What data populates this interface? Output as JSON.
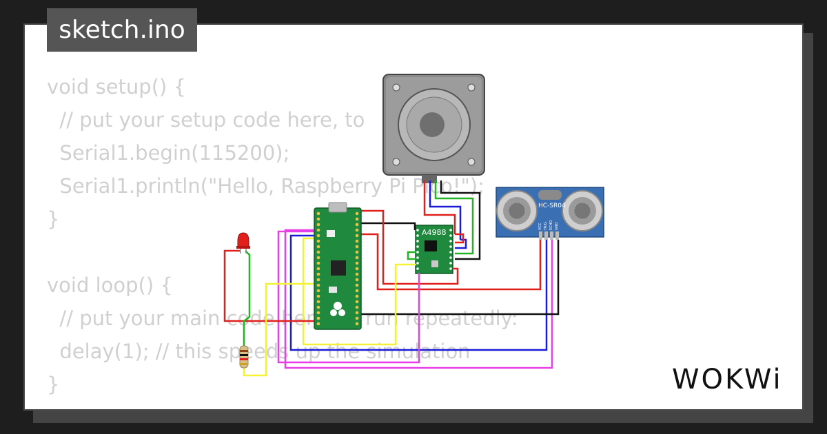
{
  "file": {
    "name": "sketch.ino"
  },
  "code": {
    "lines": [
      "void setup() {",
      "  // put your setup code here, to",
      "  Serial1.begin(115200);",
      "  Serial1.println(\"Hello, Raspberry Pi Pico!\");",
      "}",
      "",
      "void loop() {",
      "  // put your main code here, to run repeatedly:",
      "  delay(1); // this speeds up the simulation",
      "}"
    ]
  },
  "components": {
    "driver_label": "A4988",
    "sensor_label": "HC-SR04",
    "sensor_pins": [
      "VCC",
      "TRIG",
      "ECHO",
      "GND"
    ]
  },
  "brand": {
    "name": "WOKWi"
  },
  "colors": {
    "wire_red": "#e0201c",
    "wire_black": "#111111",
    "wire_blue": "#1a1ad8",
    "wire_green": "#22b422",
    "wire_yellow": "#f2f232",
    "wire_magenta": "#e83ee8",
    "board_green": "#1f8a3e",
    "sensor_blue": "#3b6fb3"
  }
}
